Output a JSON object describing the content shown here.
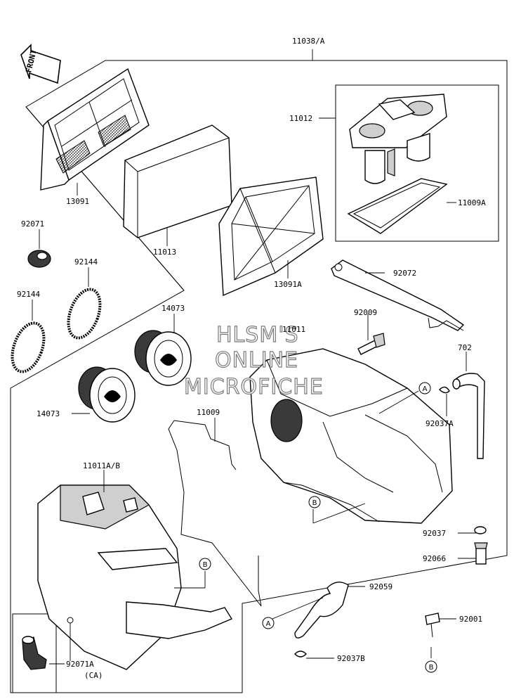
{
  "front_label": "FRONT",
  "watermark": [
    "HLSM'S",
    "ONLINE",
    "MICROFICHE"
  ],
  "parts": {
    "p11038A": "11038/A",
    "p11012": "11012",
    "p11009A": "11009A",
    "p13091": "13091",
    "p11013": "11013",
    "p13091A": "13091A",
    "p92071": "92071",
    "p92144a": "92144",
    "p92144b": "92144",
    "p14073a": "14073",
    "p14073b": "14073",
    "p92072": "92072",
    "p92009": "92009",
    "p11011": "11011",
    "p702": "702",
    "p92037A": "92037A",
    "p11009": "11009",
    "p11011AB": "11011A/B",
    "p92037": "92037",
    "p92066": "92066",
    "p92059": "92059",
    "p92001": "92001",
    "p92037B": "92037B",
    "p92071A": "92071A",
    "pCA": "(CA)"
  },
  "refs": {
    "A1": "A",
    "A2": "A",
    "B1": "B",
    "B2": "B",
    "B3": "B"
  }
}
